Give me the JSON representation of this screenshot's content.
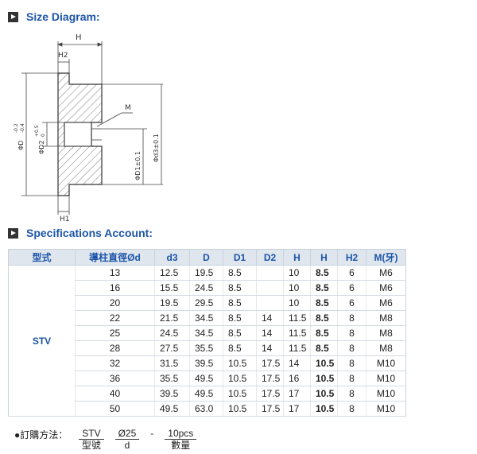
{
  "sections": {
    "size": "Size Diagram:",
    "spec": "Specifications Account:"
  },
  "diagram": {
    "labels": {
      "H": "H",
      "H2": "H2",
      "H1": "H1",
      "M": "M",
      "D": "ΦD",
      "D_tol_top": "-0.2",
      "D_tol_bot": "-0.4",
      "D2": "ΦD2",
      "D2_tol_top": "+0.5",
      "D2_tol_bot": "0",
      "D1": "ΦD1±0.1",
      "d3": "Φd3±0.1"
    }
  },
  "table": {
    "headers": [
      "型式",
      "導柱直徑Ød",
      "d3",
      "D",
      "D1",
      "D2",
      "H",
      "H",
      "H2",
      "M(牙)"
    ],
    "model": "STV",
    "rows": [
      [
        "13",
        "12.5",
        "19.5",
        "8.5",
        "",
        "10",
        "8.5",
        "6",
        "M6"
      ],
      [
        "16",
        "15.5",
        "24.5",
        "8.5",
        "",
        "10",
        "8.5",
        "6",
        "M6"
      ],
      [
        "20",
        "19.5",
        "29.5",
        "8.5",
        "",
        "10",
        "8.5",
        "6",
        "M6"
      ],
      [
        "22",
        "21.5",
        "34.5",
        "8.5",
        "14",
        "11.5",
        "8.5",
        "8",
        "M8"
      ],
      [
        "25",
        "24.5",
        "34.5",
        "8.5",
        "14",
        "11.5",
        "8.5",
        "8",
        "M8"
      ],
      [
        "28",
        "27.5",
        "35.5",
        "8.5",
        "14",
        "11.5",
        "8.5",
        "8",
        "M8"
      ],
      [
        "32",
        "31.5",
        "39.5",
        "10.5",
        "17.5",
        "14",
        "10.5",
        "8",
        "M10"
      ],
      [
        "36",
        "35.5",
        "49.5",
        "10.5",
        "17.5",
        "16",
        "10.5",
        "8",
        "M10"
      ],
      [
        "40",
        "39.5",
        "49.5",
        "10.5",
        "17.5",
        "17",
        "10.5",
        "8",
        "M10"
      ],
      [
        "50",
        "49.5",
        "63.0",
        "10.5",
        "17.5",
        "17",
        "10.5",
        "8",
        "M10"
      ]
    ]
  },
  "order": {
    "label": "●訂購方法：",
    "items": [
      {
        "top": "STV",
        "bottom": "型號"
      },
      {
        "top": "Ø25",
        "bottom": "d"
      },
      {
        "top": "10pcs",
        "bottom": "數量"
      }
    ],
    "dash1": "-",
    "dash2": "-"
  },
  "colors": {
    "heading": "#1c55a8",
    "table_header_bg": "#dfe6ee"
  }
}
